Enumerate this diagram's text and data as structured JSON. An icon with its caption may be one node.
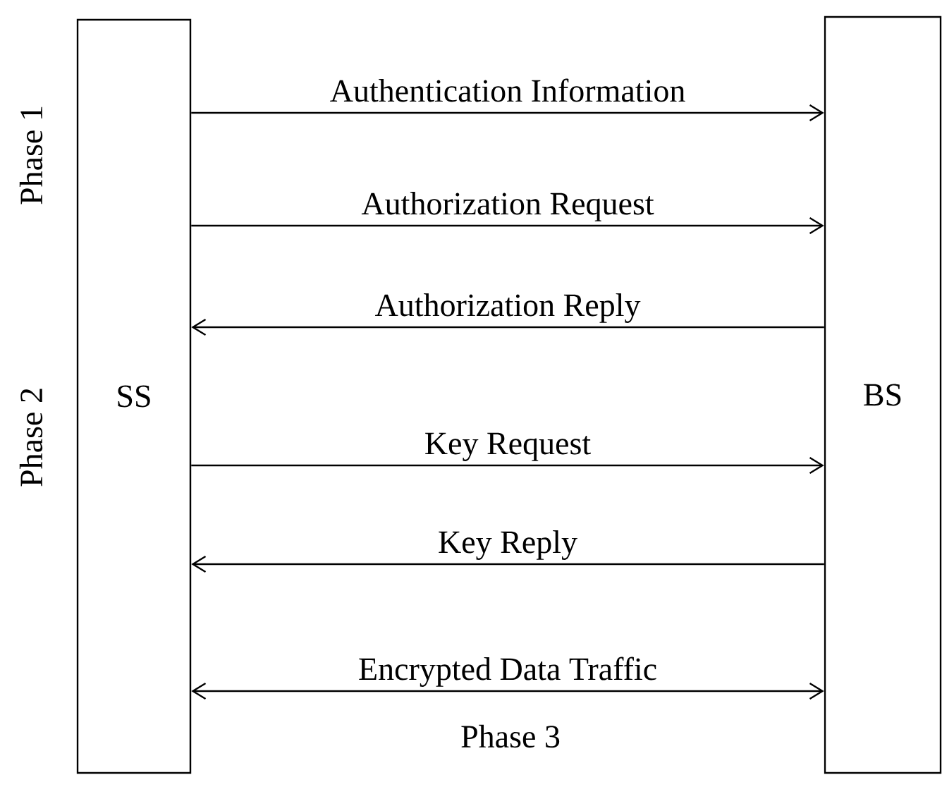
{
  "diagram": {
    "nodes": [
      {
        "text": [
          "SS"
        ]
      },
      {
        "text": [
          "BS"
        ]
      }
    ],
    "edges": [
      {
        "from": 0,
        "to": 1,
        "arrow": "to",
        "label": "Authentication Information"
      },
      {
        "from": 0,
        "to": 1,
        "arrow": "to",
        "label": "Authorization Request"
      },
      {
        "from": 1,
        "to": 0,
        "arrow": "to",
        "label": "Authorization Reply"
      },
      {
        "from": 0,
        "to": 1,
        "arrow": "to",
        "label": "Key Request"
      },
      {
        "from": 1,
        "to": 0,
        "arrow": "to",
        "label": "Key Reply"
      },
      {
        "from": 0,
        "to": 1,
        "arrow": "both",
        "label": "Encrypted Data Traffic"
      }
    ],
    "labels": [
      "Phase 1",
      "Phase 2",
      "Phase 3"
    ]
  }
}
